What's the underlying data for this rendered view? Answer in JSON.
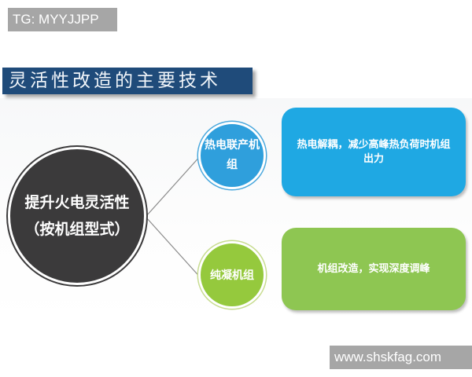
{
  "watermarks": {
    "top_left": "TG: MYYJJPP",
    "bottom_right": "www.shskfag.com"
  },
  "title": "灵活性改造的主要技术",
  "diagram": {
    "root": {
      "label": "提升火电灵活性（按机组型式）",
      "color": "#3b3a3b"
    },
    "branches": [
      {
        "label": "热电联产机组",
        "description": "热电解耦，减少高峰热负荷时机组出力",
        "color": "#2f9fdc",
        "box_color": "#1fa8e3"
      },
      {
        "label": "纯凝机组",
        "description": "机组改造，实现深度调峰",
        "color": "#95c93d",
        "box_color": "#8ec652"
      }
    ]
  },
  "colors": {
    "title_bar": "#1f4b7a",
    "watermark_bg": "#a6a6a6",
    "connector": "#8a8a8a"
  }
}
